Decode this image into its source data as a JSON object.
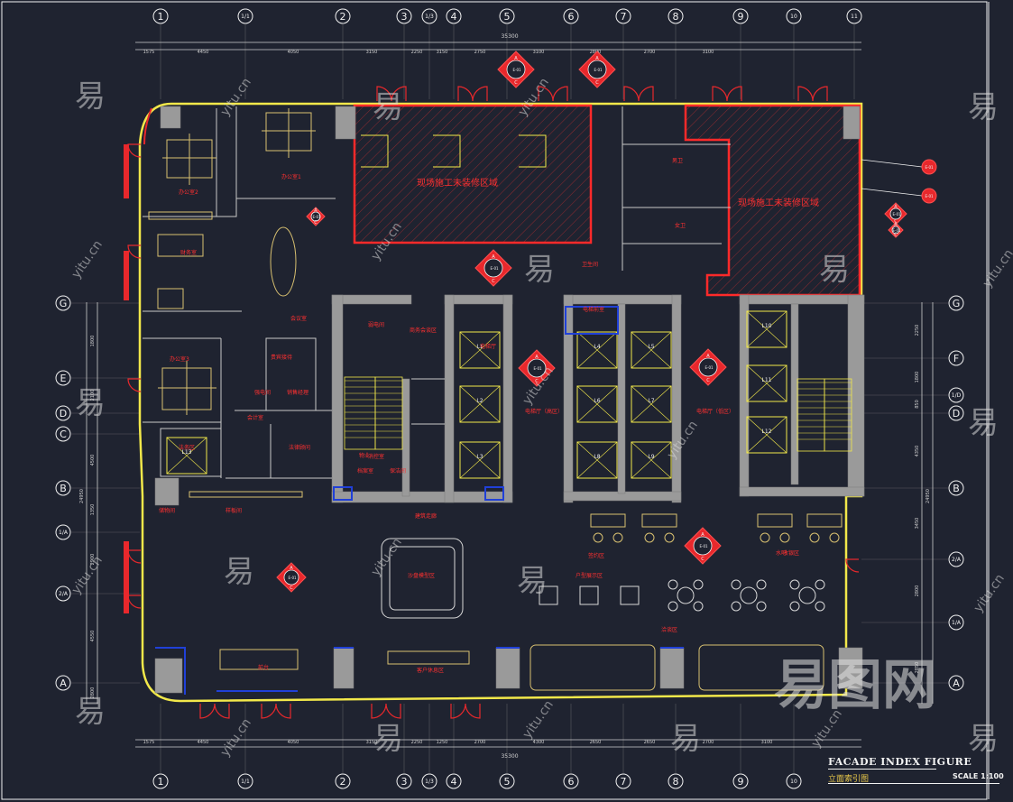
{
  "drawing": {
    "title": "FACADE INDEX FIGURE",
    "subtitle": "立面索引图",
    "scale": "SCALE 1:100"
  },
  "grid": {
    "columns_top": [
      "1",
      "1/1",
      "2",
      "3",
      "1/3",
      "4",
      "5",
      "6",
      "7",
      "8",
      "9",
      "10",
      "11"
    ],
    "columns_bottom": [
      "1",
      "1/1",
      "2",
      "3",
      "1/3",
      "4",
      "5",
      "6",
      "7",
      "8",
      "9",
      "10"
    ],
    "rows_left": [
      "G",
      "E",
      "D",
      "C",
      "B",
      "1/A",
      "2/A",
      "A"
    ],
    "rows_right": [
      "G",
      "F",
      "1/D",
      "D",
      "B",
      "2/A",
      "1/A",
      "A"
    ]
  },
  "dimensions": {
    "top_total": "35300",
    "bottom_total": "35300",
    "top_segments": [
      "1575",
      "4450",
      "4050",
      "3150",
      "2250",
      "3150",
      "2750",
      "3100",
      "2800",
      "2700",
      "3100"
    ],
    "bottom_segments": [
      "1575",
      "4450",
      "4050",
      "3150",
      "2250",
      "1250",
      "2700",
      "4300",
      "2650",
      "2650",
      "2700",
      "3100"
    ],
    "left_total": "24950",
    "left_segments": [
      "1800",
      "2100",
      "4500",
      "1350",
      "2900",
      "4550",
      "2800"
    ],
    "right_total": "24950",
    "right_segments": [
      "2250",
      "1800",
      "850",
      "4350",
      "3450",
      "2800",
      "2850"
    ]
  },
  "rooms": [
    "办公室2",
    "办公室1",
    "财务室",
    "会议室",
    "弱电间",
    "办公室3",
    "贵宾接待",
    "强电间",
    "销售经理",
    "会计室",
    "法律顾问",
    "法务区",
    "档案室",
    "商务会谈区",
    "消控室",
    "电梯厅",
    "电梯厅（高区）",
    "电梯厅（低区）",
    "卫生间",
    "男卫",
    "女卫",
    "电梯前室",
    "前台",
    "沙盘模型区",
    "户型展示区",
    "洽谈区",
    "签约区",
    "水吧",
    "收银区",
    "客户休息区",
    "建筑走廊",
    "储物间",
    "样板间",
    "物业",
    "保洁间"
  ],
  "hatched_areas": [
    "现场施工未装修区域",
    "现场施工未装修区域"
  ],
  "elevators": [
    "L1",
    "L2",
    "L3",
    "L4",
    "L5",
    "L6",
    "L7",
    "L8",
    "L9",
    "L10",
    "L11",
    "L12",
    "L13"
  ],
  "watermark": {
    "brand_cn": "易图网",
    "glyph": "易",
    "url": "yitu.cn"
  },
  "index_symbol_labels": {
    "a": "A",
    "b": "B",
    "c": "C",
    "d": "D",
    "sheet": "E-01"
  },
  "colors": {
    "background": "#1f2330",
    "wall": "#9a9a9a",
    "outline": "#f2e84a",
    "red": "#e8282c",
    "text_red": "#ff3030",
    "dim": "#cfcfcf",
    "furniture": "#d8c070",
    "blue": "#2040d8",
    "white": "#f2f2f2"
  }
}
